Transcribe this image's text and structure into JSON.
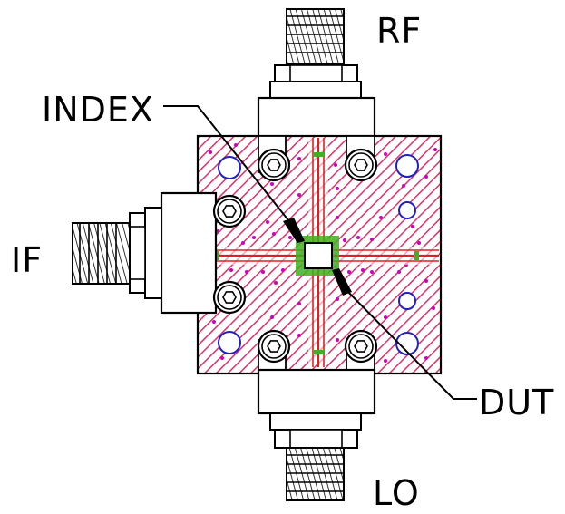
{
  "diagram": {
    "labels": {
      "rf": "RF",
      "lo": "LO",
      "if": "IF",
      "index": "INDEX",
      "dut": "DUT"
    },
    "colors": {
      "board_hatch": "#e0306a",
      "board_bg": "#ffffff",
      "via_fill": "#d000c0",
      "mount_hole": "#2020c0",
      "trace": "#e02020",
      "green_pad": "#40b020",
      "outline": "#000000"
    },
    "icons": {
      "screw": "hex-socket-screw-icon",
      "connector": "sma-connector-icon",
      "mount_hole": "mounting-hole-icon"
    }
  }
}
